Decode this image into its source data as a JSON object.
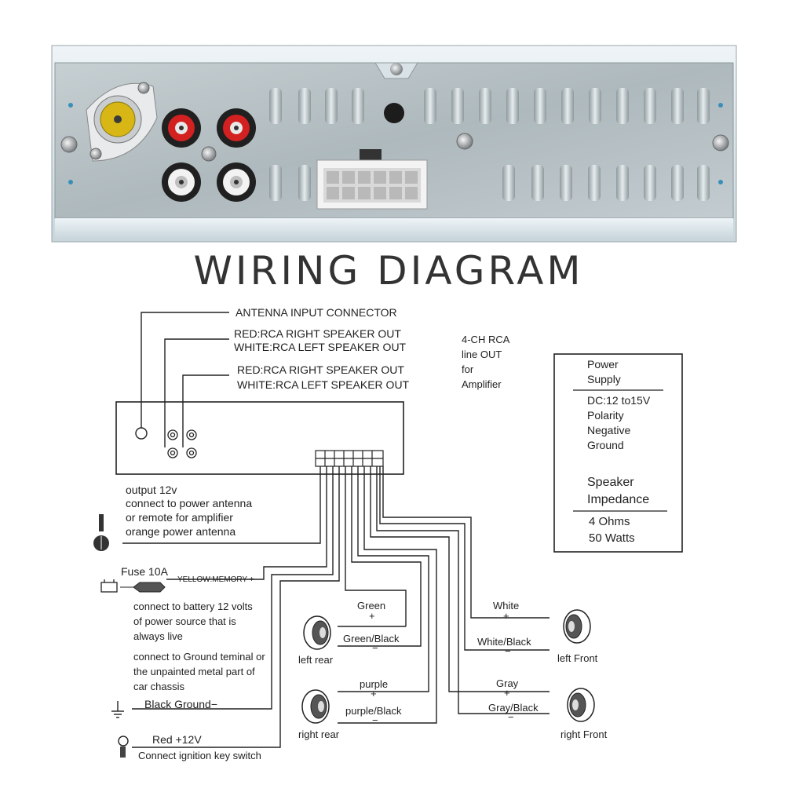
{
  "title": "WIRING DIAGRAM",
  "colors": {
    "panel": "#b9c3c6",
    "rail": "#d9e5ea",
    "rca_red": "#d32020",
    "rca_white": "#f2f2f2",
    "antenna_yellow": "#d7b615"
  },
  "connectors": {
    "antenna": "ANTENNA INPUT CONNECTOR",
    "rca1_red": "RED:RCA RIGHT SPEAKER OUT",
    "rca1_white": "WHITE:RCA  LEFT SPEAKER OUT",
    "rca2_red": "RED:RCA RIGHT SPEAKER OUT",
    "rca2_white": "WHITE:RCA  LEFT SPEAKER OUT"
  },
  "rca_note": {
    "line1": "4-CH RCA",
    "line2": "line    OUT",
    "line3": "for",
    "line4": "Amplifier"
  },
  "spec_box": {
    "header1": "Power",
    "header2": "Supply",
    "l1": "DC:12 to15V",
    "l2": "Polarity",
    "l3": "Negative",
    "l4": "Ground",
    "imp1": "Speaker",
    "imp2": "Impedance",
    "ohms": "4 Ohms",
    "watts": "50 Watts"
  },
  "left_wires": {
    "power_antenna": {
      "l1": "output 12v",
      "l2": "connect to power antenna",
      "l3": "or remote for amplifier",
      "l4": "orange power antenna"
    },
    "fuse": "Fuse 10A",
    "memory": "YELLOW:MEMORY  +",
    "battery": {
      "l1": "connect to battery 12 volts",
      "l2": "of power source that is",
      "l3": "always live"
    },
    "ground_note": {
      "l1": "connect to Ground  teminal or",
      "l2": "the unpainted metal part of",
      "l3": "car chassis"
    },
    "ground": "Black Ground−",
    "ignition": {
      "l1": "Red  +12V",
      "l2": "Connect ignition key switch"
    }
  },
  "speakers": {
    "left_rear": {
      "label": "left rear",
      "pos": "Green",
      "neg": "Green/Black"
    },
    "right_rear": {
      "label": "right rear",
      "pos": "purple",
      "neg": "purple/Black"
    },
    "left_front": {
      "label": "left  Front",
      "pos": "White",
      "neg": "White/Black"
    },
    "right_front": {
      "label": "right  Front",
      "pos": "Gray",
      "neg": "Gray/Black"
    },
    "plus": "+",
    "minus": "−"
  }
}
